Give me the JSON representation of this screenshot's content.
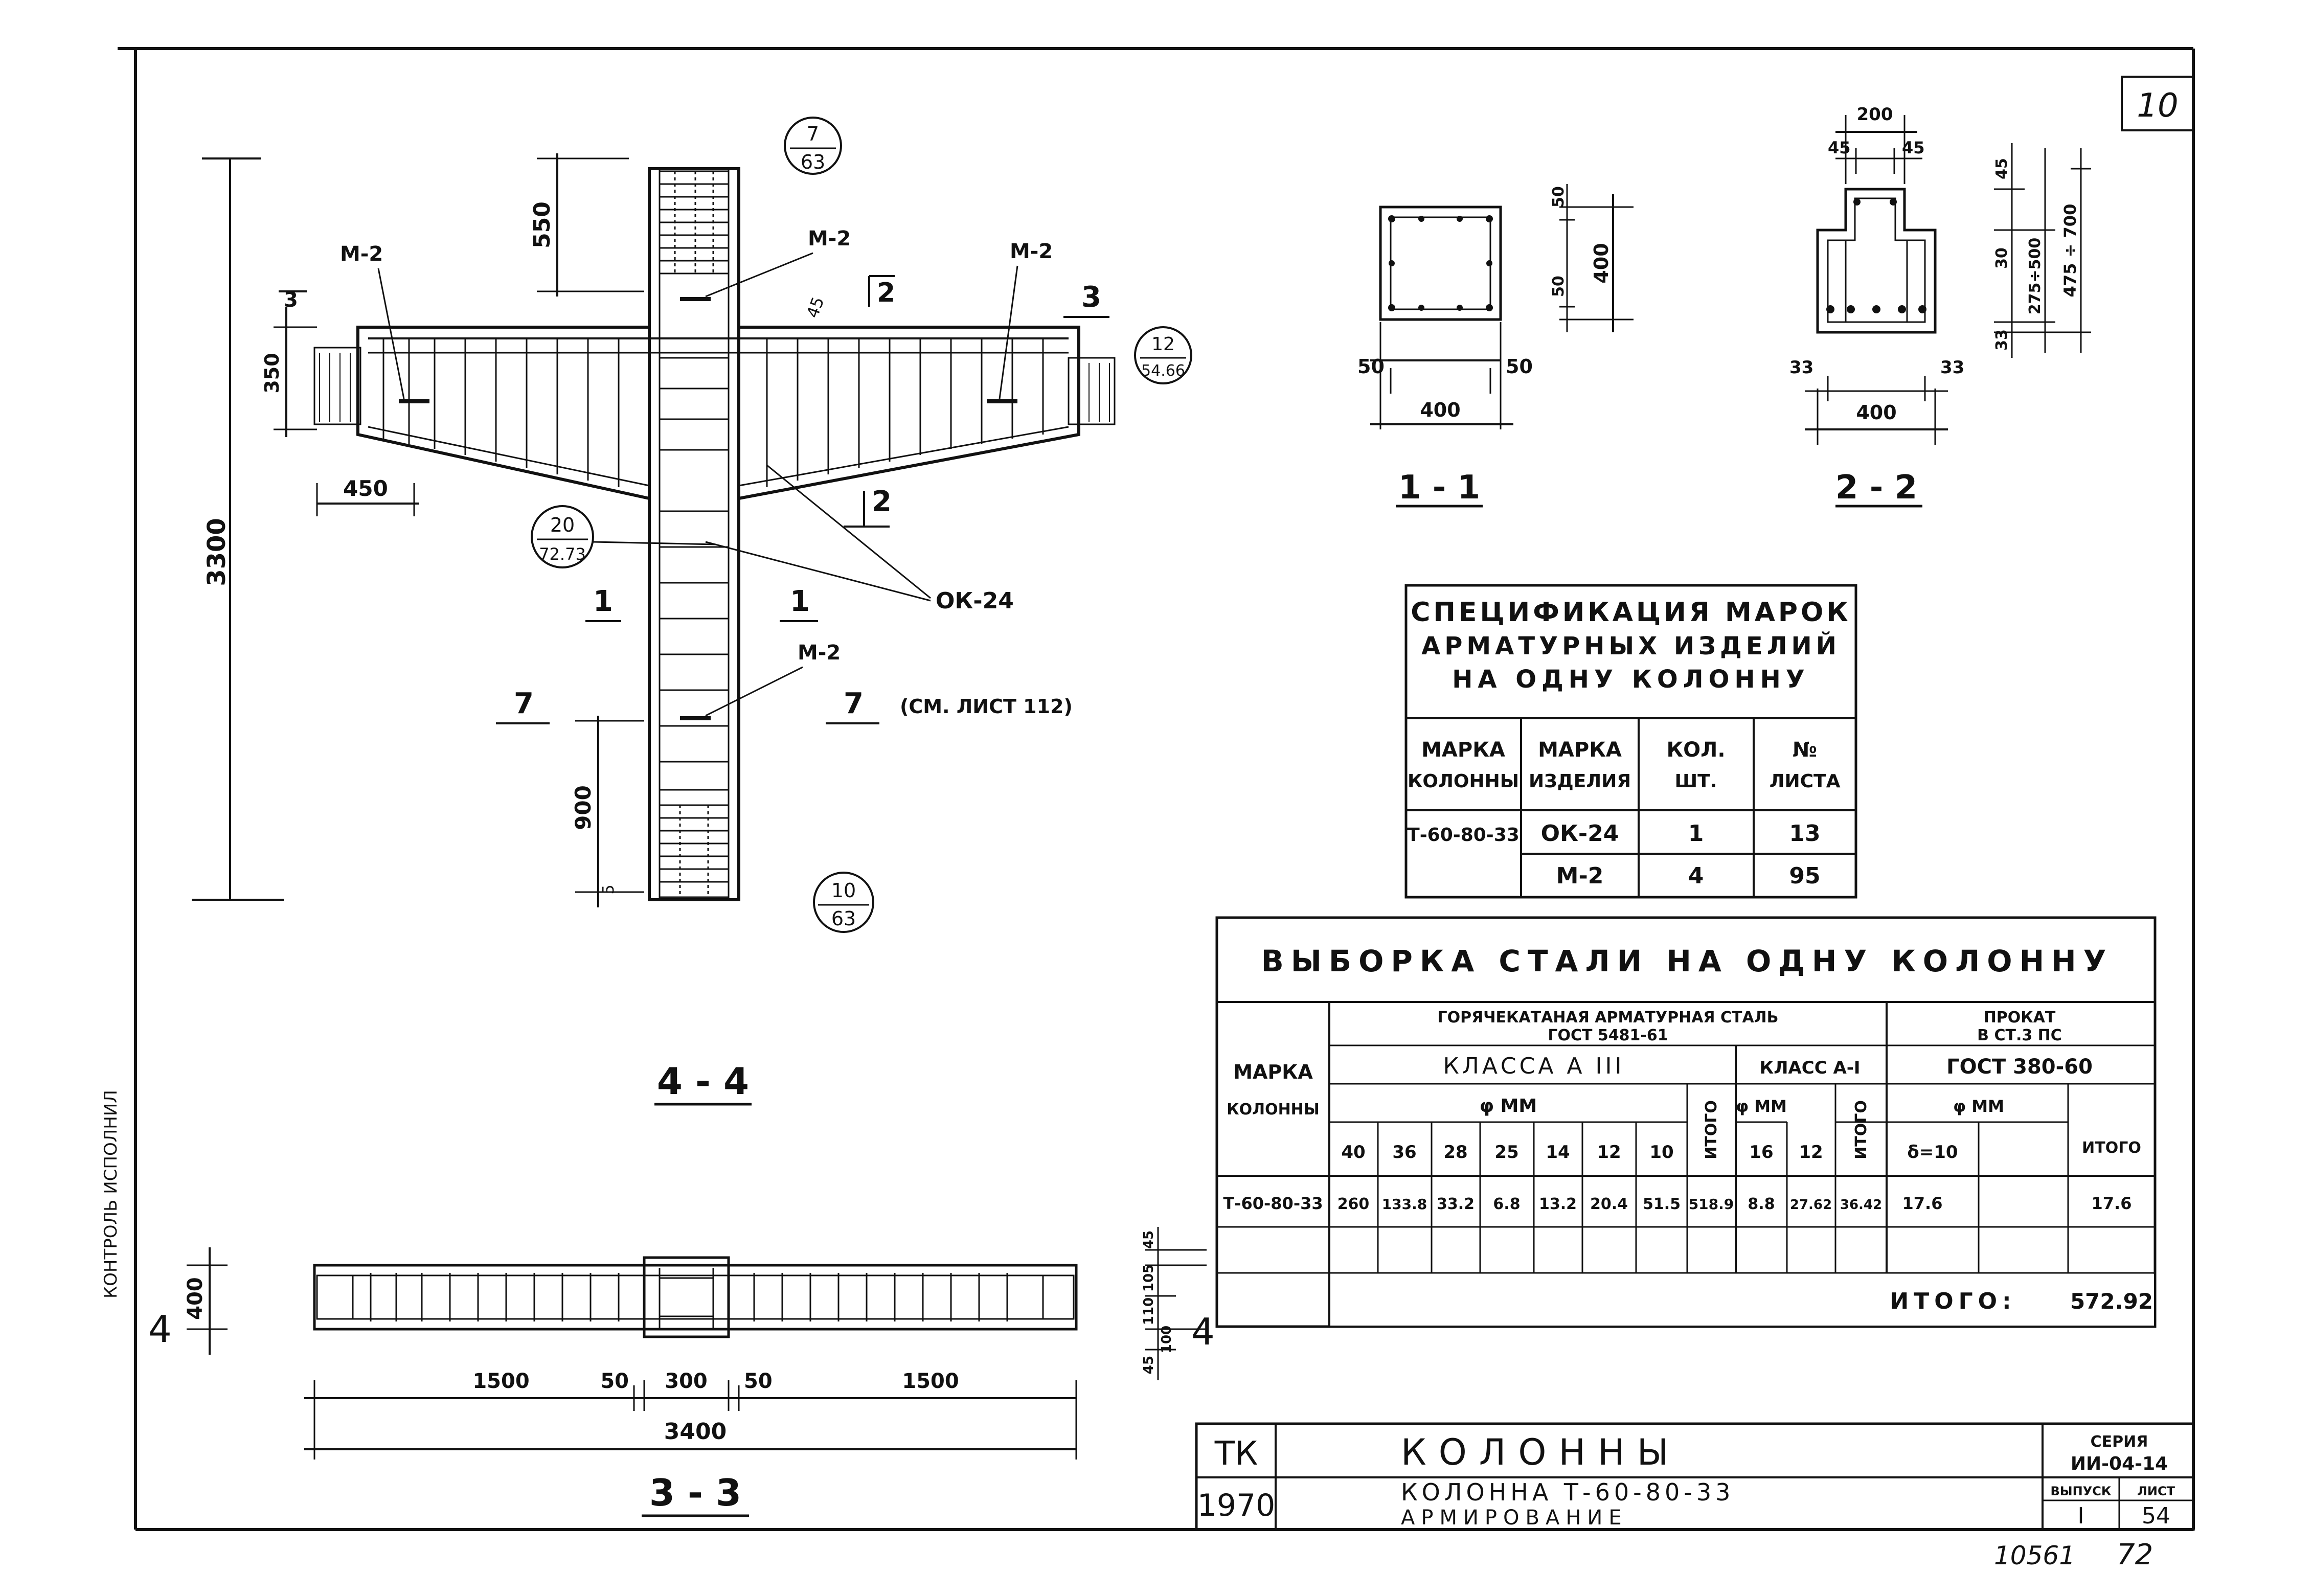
{
  "sheet": {
    "sheet_no": "10",
    "project": "ТК",
    "year": "1970",
    "title": "КОЛОННЫ",
    "subtitle_line1": "КОЛОННА Т-60-80-33",
    "subtitle_line2": "АРМИРОВАНИЕ",
    "series_label": "СЕРИЯ",
    "series_value": "ИИ-04-14",
    "issue_label": "ВЫПУСК",
    "issue_value": "I",
    "list_label": "ЛИСТ",
    "list_value": "54",
    "archive_no": "10561",
    "page_no": "72",
    "side_note": "КОНТРОЛЬ ИСПОЛНИЛ"
  },
  "elevation": {
    "dims": {
      "total_height": "3300",
      "top": "550",
      "bottom": "900",
      "offset": "5",
      "console_height": "350",
      "console_width": "450",
      "cover": "45"
    },
    "labels": {
      "m2": "М-2",
      "ok24": "ОК-24",
      "see_sheet": "(СМ. ЛИСТ 112)",
      "view_title": "4 - 4",
      "cut_1": "1",
      "cut_2": "2",
      "cut_3": "3",
      "cut_7": "7",
      "cut_small": "3"
    },
    "callouts": [
      {
        "top": "7",
        "bottom": "63"
      },
      {
        "top": "12",
        "bottom": "54.66"
      },
      {
        "top": "20",
        "bottom": "72.73"
      },
      {
        "top": "10",
        "bottom": "63"
      }
    ]
  },
  "section_1_1": {
    "title": "1 - 1",
    "width": "400",
    "height": "400",
    "left": "50",
    "right": "50",
    "top": "50",
    "bottom": "50"
  },
  "section_2_2": {
    "title": "2 - 2",
    "top_width": "200",
    "top_left": "45",
    "top_right": "45",
    "width": "400",
    "left": "33",
    "right": "33",
    "h1": "45",
    "h2": "30",
    "h3": "275÷500",
    "h4": "33",
    "total": "475 ÷ 700"
  },
  "plan_3_3": {
    "title": "3 - 3",
    "height": "400",
    "left": "1500",
    "gap_left": "50",
    "middle": "300",
    "gap_right": "50",
    "right": "1500",
    "total": "3400",
    "cut_4": "4",
    "side_dims": [
      "45",
      "105",
      "110",
      "100",
      "45"
    ]
  },
  "spec_table": {
    "title_lines": [
      "СПЕЦИФИКАЦИЯ МАРОК",
      "АРМАТУРНЫХ ИЗДЕЛИЙ",
      "НА ОДНУ КОЛОННУ"
    ],
    "headers": [
      [
        "МАРКА",
        "КОЛОННЫ"
      ],
      [
        "МАРКА",
        "ИЗДЕЛИЯ"
      ],
      [
        "КОЛ.",
        "ШТ."
      ],
      [
        "№",
        "ЛИСТА"
      ]
    ],
    "column_mark": "Т-60-80-33",
    "rows": [
      {
        "item": "ОК-24",
        "qty": "1",
        "sheet": "13"
      },
      {
        "item": "М-2",
        "qty": "4",
        "sheet": "95"
      }
    ]
  },
  "steel_table": {
    "title": "ВЫБОРКА СТАЛИ НА ОДНУ КОЛОННУ",
    "mark_header": [
      "МАРКА",
      "КОЛОННЫ"
    ],
    "group_hot": [
      "ГОРЯЧЕКАТАНАЯ АРМАТУРНАЯ СТАЛЬ",
      "ГОСТ 5481-61"
    ],
    "group_rolled": [
      "ПРОКАТ",
      "В СТ.3 ПС"
    ],
    "class_a3": "КЛАССА А III",
    "class_a1": "КЛАСС А-I",
    "gost_rolled": "ГОСТ 380-60",
    "phi_mm": "φ ММ",
    "itogo": "ИТОГО",
    "diameters_a3": [
      "40",
      "36",
      "28",
      "25",
      "14",
      "12",
      "10"
    ],
    "diameters_a1": [
      "16",
      "12"
    ],
    "rolled_col": "δ=10",
    "row": {
      "mark": "Т-60-80-33",
      "a3": [
        "260",
        "133.8",
        "33.2",
        "6.8",
        "13.2",
        "20.4",
        "51.5"
      ],
      "a3_total": "518.9",
      "a1": [
        "8.8",
        "27.62"
      ],
      "a1_total": "36.42",
      "rolled": "17.6",
      "rolled_total": "17.6"
    },
    "grand_total_label": "ИТОГО:",
    "grand_total": "572.92"
  }
}
